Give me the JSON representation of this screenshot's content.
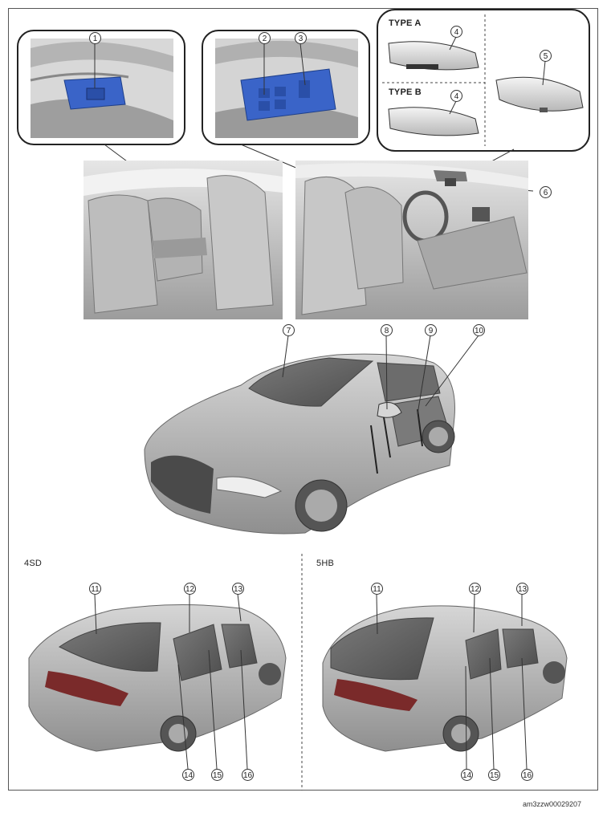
{
  "callouts": {
    "n1": "1",
    "n2": "2",
    "n3": "3",
    "n4a": "4",
    "n4b": "4",
    "n5": "5",
    "n6": "6",
    "n7": "7",
    "n8": "8",
    "n9": "9",
    "n10": "10",
    "n11a": "11",
    "n12a": "12",
    "n13a": "13",
    "n14a": "14",
    "n15a": "15",
    "n16a": "16",
    "n11b": "11",
    "n12b": "12",
    "n13b": "13",
    "n14b": "14",
    "n15b": "15",
    "n16b": "16"
  },
  "labels": {
    "type_a": "TYPE A",
    "type_b": "TYPE B",
    "sedan": "4SD",
    "hatchback": "5HB"
  },
  "figure_id": "am3zzw00029207",
  "colors": {
    "switch_blue": "#3a64c8",
    "body_gray": "#a9a9a9",
    "glass_gray": "#6a6a6a",
    "interior_gray": "#c4c4c4"
  }
}
